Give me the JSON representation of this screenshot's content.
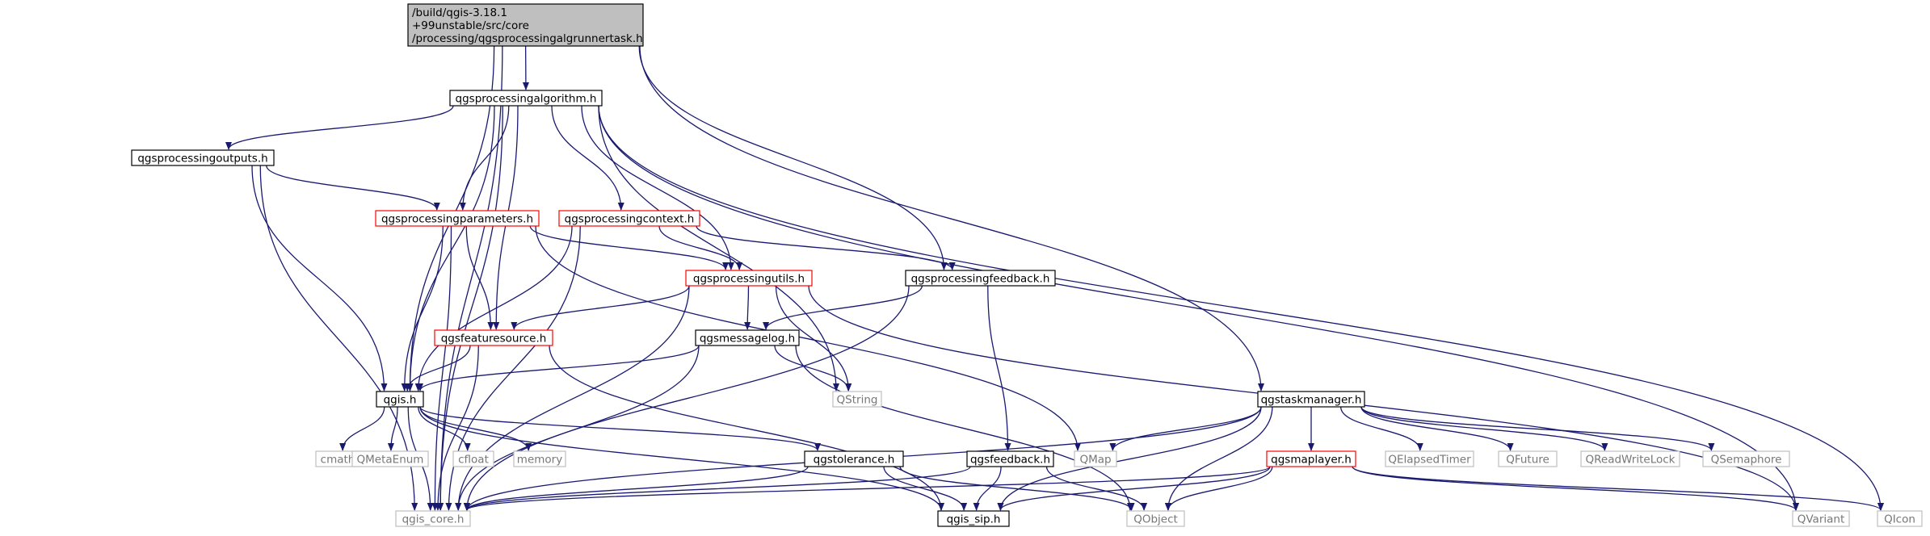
{
  "colors": {
    "edge": "#191970",
    "root_fill": "#bfbfbf",
    "normal_border": "#000000",
    "truncated_border": "#ff0000",
    "external_border": "#bfbfbf",
    "text": "#000000",
    "external_text": "#777777"
  },
  "nodes": [
    {
      "id": "root",
      "lines": [
        "/build/qgis-3.18.1",
        "+99unstable/src/core",
        "/processing/qgsprocessingalgrunnertask.h"
      ],
      "style": "root"
    },
    {
      "id": "alg",
      "lines": [
        "qgsprocessingalgorithm.h"
      ],
      "style": "normal"
    },
    {
      "id": "outputs",
      "lines": [
        "qgsprocessingoutputs.h"
      ],
      "style": "normal"
    },
    {
      "id": "params",
      "lines": [
        "qgsprocessingparameters.h"
      ],
      "style": "truncated"
    },
    {
      "id": "context",
      "lines": [
        "qgsprocessingcontext.h"
      ],
      "style": "truncated"
    },
    {
      "id": "utils",
      "lines": [
        "qgsprocessingutils.h"
      ],
      "style": "truncated"
    },
    {
      "id": "feedback",
      "lines": [
        "qgsprocessingfeedback.h"
      ],
      "style": "normal"
    },
    {
      "id": "featsrc",
      "lines": [
        "qgsfeaturesource.h"
      ],
      "style": "truncated"
    },
    {
      "id": "msglog",
      "lines": [
        "qgsmessagelog.h"
      ],
      "style": "normal"
    },
    {
      "id": "qgis",
      "lines": [
        "qgis.h"
      ],
      "style": "normal"
    },
    {
      "id": "taskmgr",
      "lines": [
        "qgstaskmanager.h"
      ],
      "style": "normal"
    },
    {
      "id": "qstring",
      "lines": [
        "QString"
      ],
      "style": "external"
    },
    {
      "id": "cmath",
      "lines": [
        "cmath"
      ],
      "style": "external"
    },
    {
      "id": "qmetaenum",
      "lines": [
        "QMetaEnum"
      ],
      "style": "external"
    },
    {
      "id": "cfloat",
      "lines": [
        "cfloat"
      ],
      "style": "external"
    },
    {
      "id": "memory",
      "lines": [
        "memory"
      ],
      "style": "external"
    },
    {
      "id": "tolerance",
      "lines": [
        "qgstolerance.h"
      ],
      "style": "normal"
    },
    {
      "id": "qgsfeedback",
      "lines": [
        "qgsfeedback.h"
      ],
      "style": "normal"
    },
    {
      "id": "qmap",
      "lines": [
        "QMap"
      ],
      "style": "external"
    },
    {
      "id": "maplayer",
      "lines": [
        "qgsmaplayer.h"
      ],
      "style": "truncated"
    },
    {
      "id": "qelapsed",
      "lines": [
        "QElapsedTimer"
      ],
      "style": "external"
    },
    {
      "id": "qfuture",
      "lines": [
        "QFuture"
      ],
      "style": "external"
    },
    {
      "id": "qrwlock",
      "lines": [
        "QReadWriteLock"
      ],
      "style": "external"
    },
    {
      "id": "qsemaphore",
      "lines": [
        "QSemaphore"
      ],
      "style": "external"
    },
    {
      "id": "qgiscore",
      "lines": [
        "qgis_core.h"
      ],
      "style": "external"
    },
    {
      "id": "qgissip",
      "lines": [
        "qgis_sip.h"
      ],
      "style": "normal"
    },
    {
      "id": "qobject",
      "lines": [
        "QObject"
      ],
      "style": "external"
    },
    {
      "id": "qvariant",
      "lines": [
        "QVariant"
      ],
      "style": "external"
    },
    {
      "id": "qicon",
      "lines": [
        "QIcon"
      ],
      "style": "external"
    }
  ],
  "edges": [
    [
      "root",
      "alg"
    ],
    [
      "root",
      "feedback"
    ],
    [
      "root",
      "taskmgr"
    ],
    [
      "root",
      "qgis"
    ],
    [
      "root",
      "qgiscore"
    ],
    [
      "alg",
      "outputs"
    ],
    [
      "alg",
      "params"
    ],
    [
      "alg",
      "context"
    ],
    [
      "alg",
      "utils"
    ],
    [
      "alg",
      "featsrc"
    ],
    [
      "alg",
      "qgis"
    ],
    [
      "alg",
      "qstring"
    ],
    [
      "alg",
      "qvariant"
    ],
    [
      "alg",
      "qicon"
    ],
    [
      "alg",
      "qgiscore"
    ],
    [
      "outputs",
      "params"
    ],
    [
      "outputs",
      "qgis"
    ],
    [
      "outputs",
      "qgiscore"
    ],
    [
      "params",
      "utils"
    ],
    [
      "params",
      "featsrc"
    ],
    [
      "params",
      "qgis"
    ],
    [
      "params",
      "qmap"
    ],
    [
      "params",
      "qgiscore"
    ],
    [
      "context",
      "utils"
    ],
    [
      "context",
      "feedback"
    ],
    [
      "context",
      "qgis"
    ],
    [
      "context",
      "qgiscore"
    ],
    [
      "utils",
      "featsrc"
    ],
    [
      "utils",
      "msglog"
    ],
    [
      "utils",
      "qstring"
    ],
    [
      "utils",
      "qvariant"
    ],
    [
      "utils",
      "qgiscore"
    ],
    [
      "feedback",
      "msglog"
    ],
    [
      "feedback",
      "qgsfeedback"
    ],
    [
      "feedback",
      "qgiscore"
    ],
    [
      "featsrc",
      "qgis"
    ],
    [
      "featsrc",
      "qgissip"
    ],
    [
      "featsrc",
      "qgiscore"
    ],
    [
      "msglog",
      "qgis"
    ],
    [
      "msglog",
      "qstring"
    ],
    [
      "msglog",
      "qobject"
    ],
    [
      "msglog",
      "qgiscore"
    ],
    [
      "qgis",
      "cmath"
    ],
    [
      "qgis",
      "qmetaenum"
    ],
    [
      "qgis",
      "cfloat"
    ],
    [
      "qgis",
      "memory"
    ],
    [
      "qgis",
      "tolerance"
    ],
    [
      "qgis",
      "qgissip"
    ],
    [
      "qgis",
      "qgiscore"
    ],
    [
      "taskmgr",
      "qmap"
    ],
    [
      "taskmgr",
      "maplayer"
    ],
    [
      "taskmgr",
      "qelapsed"
    ],
    [
      "taskmgr",
      "qfuture"
    ],
    [
      "taskmgr",
      "qrwlock"
    ],
    [
      "taskmgr",
      "qsemaphore"
    ],
    [
      "taskmgr",
      "qobject"
    ],
    [
      "taskmgr",
      "qgissip"
    ],
    [
      "taskmgr",
      "qgiscore"
    ],
    [
      "tolerance",
      "qobject"
    ],
    [
      "tolerance",
      "qgissip"
    ],
    [
      "tolerance",
      "qgiscore"
    ],
    [
      "qgsfeedback",
      "qobject"
    ],
    [
      "qgsfeedback",
      "qgissip"
    ],
    [
      "qgsfeedback",
      "qgiscore"
    ],
    [
      "maplayer",
      "qobject"
    ],
    [
      "maplayer",
      "qgissip"
    ],
    [
      "maplayer",
      "qvariant"
    ],
    [
      "maplayer",
      "qicon"
    ],
    [
      "maplayer",
      "qgiscore"
    ]
  ]
}
